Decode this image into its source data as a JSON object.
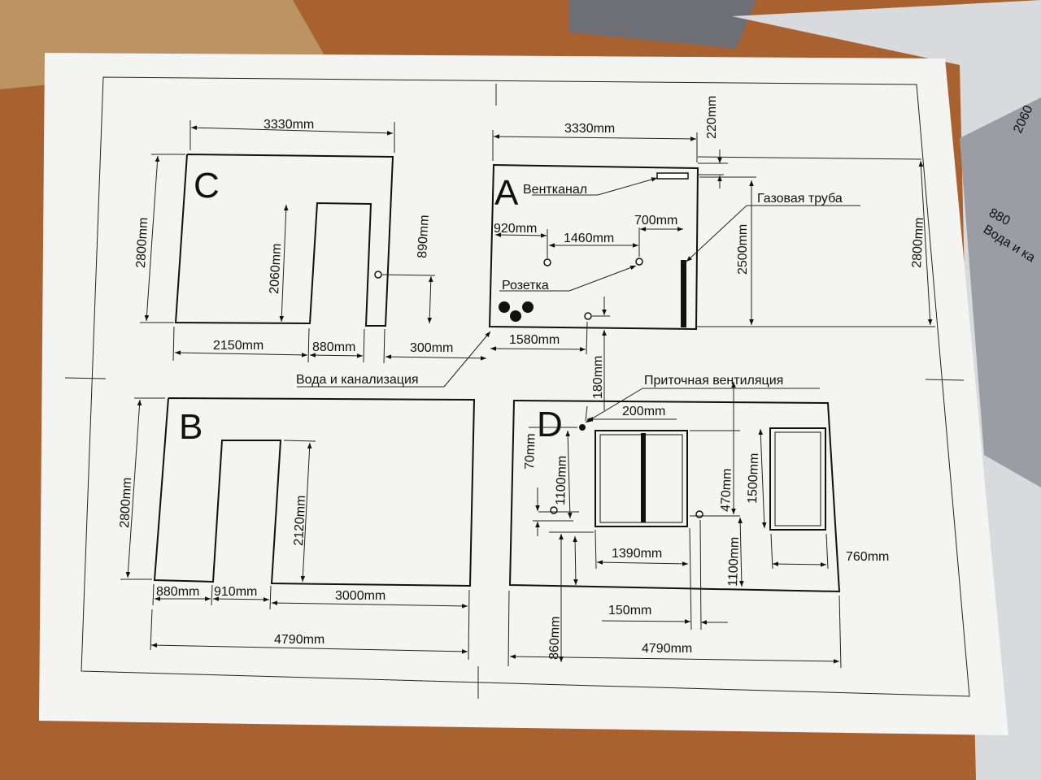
{
  "walls": {
    "C": {
      "letter": "C",
      "dims": {
        "width_top": "3330mm",
        "height": "2800mm",
        "door_height": "2060mm",
        "outlet_height": "890mm",
        "seg_left": "2150mm",
        "seg_door": "880mm",
        "seg_right": "300mm"
      }
    },
    "A": {
      "letter": "A",
      "dims": {
        "width_top": "3330mm",
        "top_offset": "220mm",
        "pipe_height": "2500mm",
        "height": "2800mm",
        "d920": "920mm",
        "d1460": "1460mm",
        "d700": "700mm",
        "d1580": "1580mm",
        "d180": "180mm"
      },
      "labels": {
        "vent": "Вентканал",
        "gas": "Газовая труба",
        "socket": "Розетка",
        "water": "Вода и канализация"
      }
    },
    "B": {
      "letter": "B",
      "dims": {
        "height": "2800mm",
        "door_height": "2120mm",
        "seg_880": "880mm",
        "seg_910": "910mm",
        "seg_3000": "3000mm",
        "total": "4790mm"
      }
    },
    "D": {
      "letter": "D",
      "dims": {
        "d200": "200mm",
        "d70": "70mm",
        "d1100a": "1100mm",
        "d470": "470mm",
        "d1500": "1500mm",
        "d1390": "1390mm",
        "d760": "760mm",
        "d1100b": "1100mm",
        "d150": "150mm",
        "d860": "860mm",
        "total": "4790mm"
      },
      "labels": {
        "supply_vent": "Приточная вентиляция"
      }
    }
  },
  "background_sheet": {
    "dims": [
      "2060",
      "880"
    ],
    "label": "Вода и ка"
  },
  "colors": {
    "desk": "#a9612f",
    "paper": "#f4f4f2",
    "ink": "#111111",
    "shadow_sheet": "#c9ccd1"
  }
}
